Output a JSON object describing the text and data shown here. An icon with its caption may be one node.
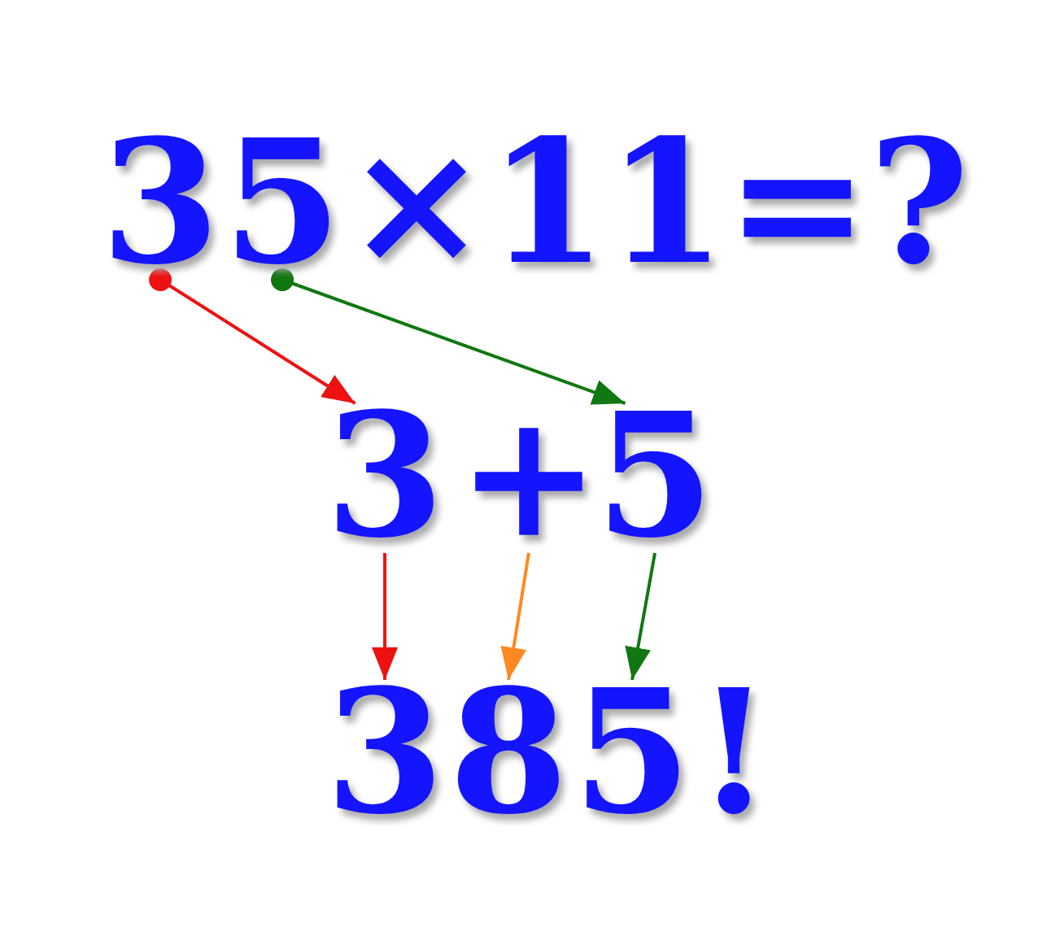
{
  "diagram": {
    "nodes": [
      {
        "text": [
          "3"
        ]
      },
      {
        "text": [
          "5"
        ]
      },
      {
        "text": [
          "3"
        ]
      },
      {
        "text": [
          "+"
        ]
      },
      {
        "text": [
          "5"
        ]
      },
      {
        "text": [
          "3"
        ]
      },
      {
        "text": [
          "8"
        ]
      },
      {
        "text": [
          "5"
        ]
      }
    ],
    "edges": [
      {
        "from": 0,
        "to": 2,
        "arrow": "to",
        "color": "#ee1111"
      },
      {
        "from": 1,
        "to": 4,
        "arrow": "to",
        "color": "#117711"
      },
      {
        "from": 2,
        "to": 5,
        "arrow": "to",
        "color": "#ee1111"
      },
      {
        "from": 3,
        "to": 6,
        "arrow": "to",
        "color": "#ff8822"
      },
      {
        "from": 4,
        "to": 7,
        "arrow": "to",
        "color": "#117711"
      }
    ],
    "labels": [
      "×11=?",
      "!"
    ]
  }
}
